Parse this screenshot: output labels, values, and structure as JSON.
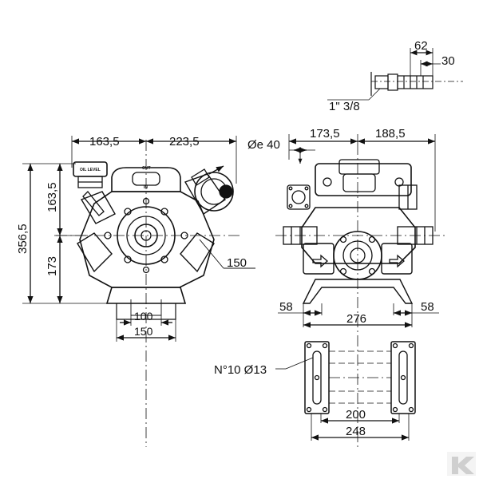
{
  "front_view": {
    "dim_width_left": "163,5",
    "dim_width_right": "223,5",
    "dim_total_height": "356,5",
    "dim_upper_height": "163,5",
    "dim_lower_height": "173",
    "dim_callout": "150",
    "dim_base_inner": "100",
    "dim_base_outer": "150",
    "label_oil_level": "OIL LEVEL",
    "label_out": "OUT",
    "label_in": "IN"
  },
  "side_view": {
    "dim_left": "173,5",
    "dim_right": "188,5",
    "dim_port": "Øe 40",
    "dim_foot_left": "58",
    "dim_foot_right": "58",
    "dim_span": "276"
  },
  "detail_fitting": {
    "dim_length": "62",
    "dim_inner": "30",
    "dim_thread": "1\" 3/8"
  },
  "base_plate": {
    "dim_holes": "N°10 Ø13",
    "dim_inner_span": "200",
    "dim_outer_span": "248"
  },
  "colors": {
    "line": "#111111",
    "logo": "#cfcfcf"
  }
}
